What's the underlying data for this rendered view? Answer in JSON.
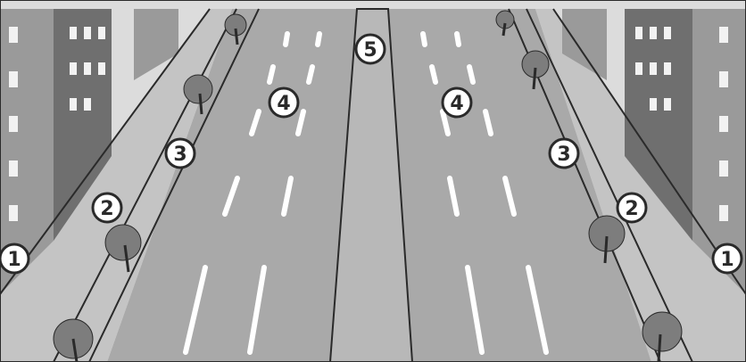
{
  "colors": {
    "sky": "#dcdcdc",
    "road": "#a9a9a9",
    "building": "#9a9a9a",
    "building_dark": "#6f6f6f",
    "window": "#f2f2f2",
    "line": "#ffffff",
    "tree": "#7d7d7d",
    "stroke": "#2a2a2a",
    "marker_fill": "#ffffff"
  },
  "markers": [
    {
      "label": "1",
      "side": "left"
    },
    {
      "label": "2",
      "side": "left"
    },
    {
      "label": "3",
      "side": "left"
    },
    {
      "label": "4",
      "side": "left"
    },
    {
      "label": "5",
      "side": "center"
    },
    {
      "label": "4",
      "side": "right"
    },
    {
      "label": "3",
      "side": "right"
    },
    {
      "label": "2",
      "side": "right"
    },
    {
      "label": "1",
      "side": "right"
    }
  ]
}
